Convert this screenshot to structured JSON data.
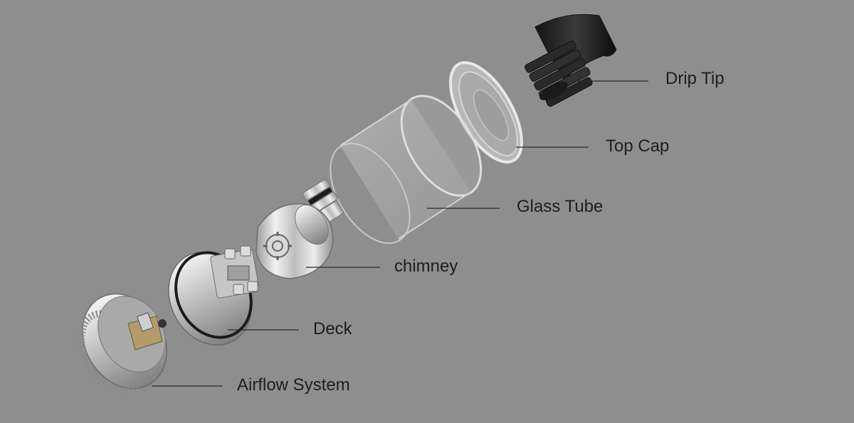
{
  "labels": {
    "drip_tip": "Drip Tip",
    "top_cap": "Top Cap",
    "glass_tube": "Glass Tube",
    "chimney": "chimney",
    "deck": "Deck",
    "airflow_system": "Airflow System"
  },
  "colors": {
    "background": "#8e8e8e",
    "leader_line": "#2a2a2a",
    "label_text": "#1e1e1e",
    "metal": "#cfcfcf",
    "drip_tip": "#1f1f1f"
  }
}
